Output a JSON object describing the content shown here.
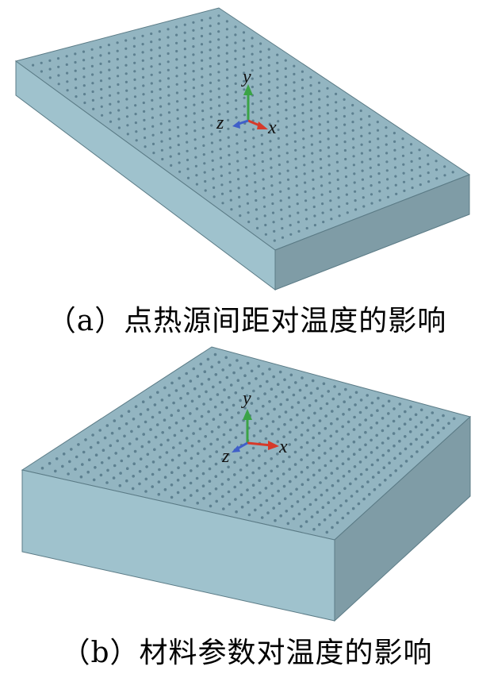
{
  "panels": [
    {
      "caption": "（a）点热源间距对温度的影响",
      "axes": {
        "x": "x",
        "y": "y",
        "z": "z"
      }
    },
    {
      "caption": "（b）材料参数对温度的影响",
      "axes": {
        "x": "x",
        "y": "y",
        "z": "z"
      }
    }
  ],
  "colors": {
    "top_face": "#93b5c1",
    "left_face": "#9fc2cd",
    "right_face": "#7f9ca6",
    "edge": "#5b7b86",
    "dot": "#5d8090",
    "axis_x": "#d63a2a",
    "axis_y": "#3aa346",
    "axis_z": "#3f5fc9"
  }
}
